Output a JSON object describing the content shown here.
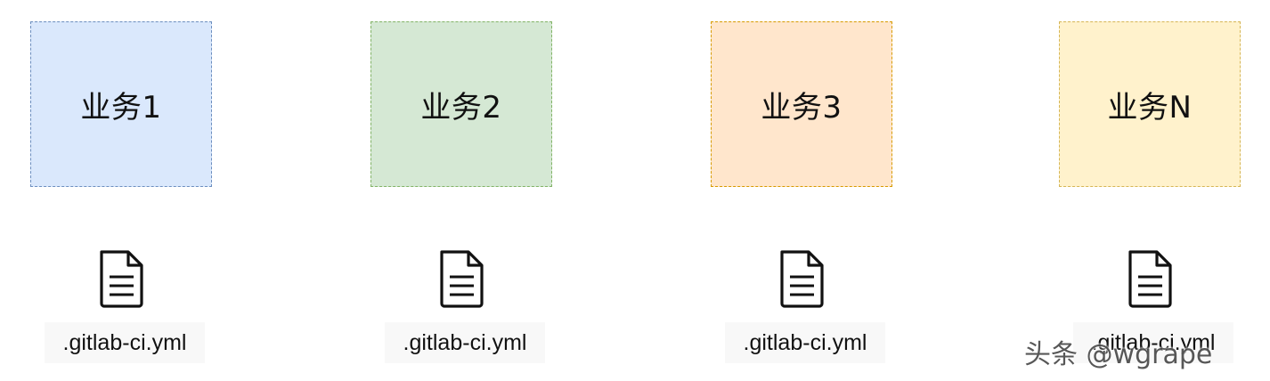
{
  "services": [
    {
      "label": "业务1",
      "fill": "#dae8fc",
      "stroke": "#6c8ebf"
    },
    {
      "label": "业务2",
      "fill": "#d5e8d4",
      "stroke": "#82b366"
    },
    {
      "label": "业务3",
      "fill": "#ffe6cc",
      "stroke": "#d79b00"
    },
    {
      "label": "业务N",
      "fill": "#fff2cc",
      "stroke": "#d6b656"
    }
  ],
  "files": [
    {
      "name": ".gitlab-ci.yml",
      "icon": "file-document-icon"
    },
    {
      "name": ".gitlab-ci.yml",
      "icon": "file-document-icon"
    },
    {
      "name": ".gitlab-ci.yml",
      "icon": "file-document-icon"
    },
    {
      "name": ".gitlab-ci.yml",
      "icon": "file-document-icon"
    }
  ],
  "watermark": "头条 @wgrape"
}
